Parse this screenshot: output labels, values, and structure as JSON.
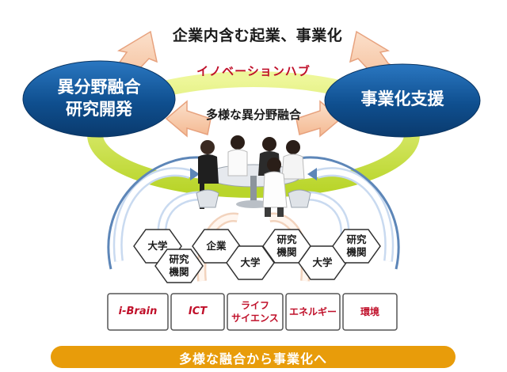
{
  "top_title": "企業内含む起業、事業化",
  "hub_label": "イノベーションハブ",
  "center_label": "多様な異分野融合",
  "left_oval": {
    "line1": "異分野融合",
    "line2": "研究開発"
  },
  "right_oval": {
    "label": "事業化支援"
  },
  "hexagons": [
    {
      "line1": "大学",
      "line2": ""
    },
    {
      "line1": "研究",
      "line2": "機関"
    },
    {
      "line1": "企業",
      "line2": ""
    },
    {
      "line1": "大学",
      "line2": ""
    },
    {
      "line1": "研究",
      "line2": "機関"
    },
    {
      "line1": "大学",
      "line2": ""
    },
    {
      "line1": "研究",
      "line2": "機関"
    }
  ],
  "tiles": [
    {
      "line1": "i-Brain",
      "line2": ""
    },
    {
      "line1": "ICT",
      "line2": ""
    },
    {
      "line1": "ライフ",
      "line2": "サイエンス"
    },
    {
      "line1": "エネルギー",
      "line2": ""
    },
    {
      "line1": "環境",
      "line2": ""
    }
  ],
  "bottom_banner": "多様な融合から事業化へ",
  "colors": {
    "oval_blue": "#0f4f8f",
    "ring_green": "#c9e23a",
    "arrow_peach": "#f7c8a4",
    "arrow_peach_edge": "#e7a27e",
    "accent_red": "#c0102a",
    "banner_orange": "#e89c0a",
    "hex_stroke": "#2f2f2f",
    "tile_stroke": "#555555"
  }
}
